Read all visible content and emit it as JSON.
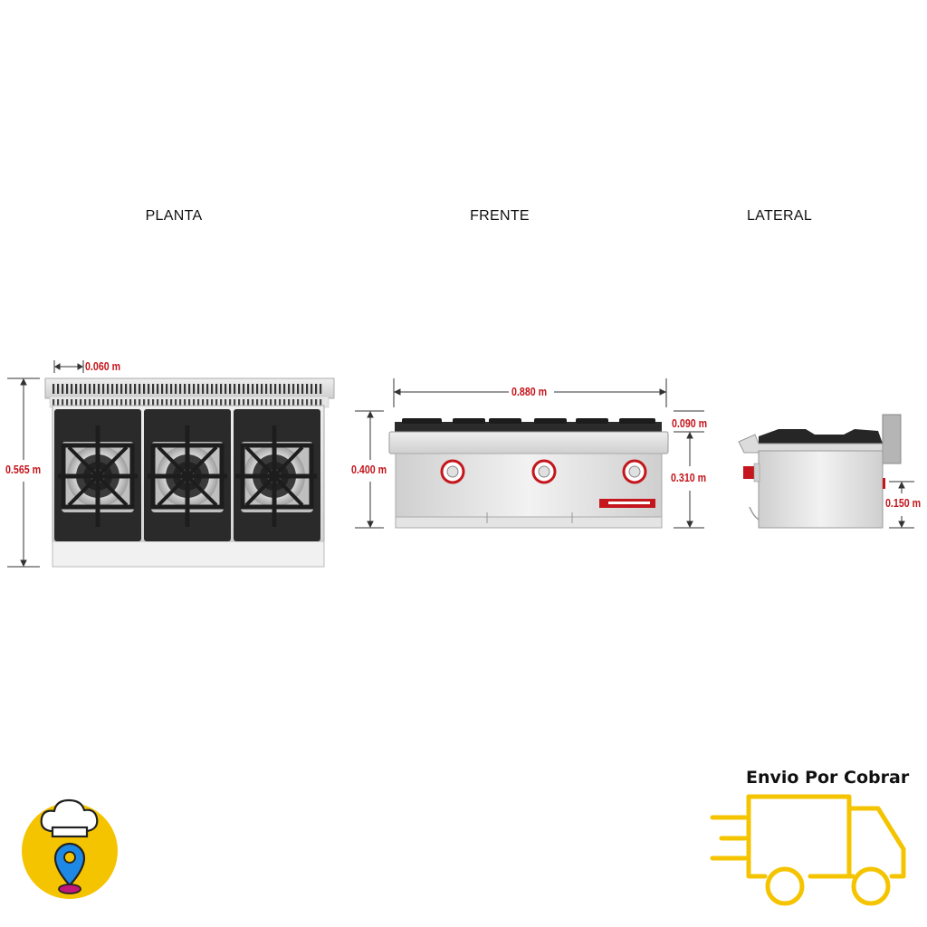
{
  "views": {
    "plan": {
      "label": "PLANTA",
      "dims": {
        "rail": "0.060 m",
        "depth": "0.565 m"
      }
    },
    "front": {
      "label": "FRENTE",
      "dims": {
        "width": "0.880 m",
        "height": "0.400 m",
        "grate": "0.090 m",
        "body": "0.310 m"
      }
    },
    "side": {
      "label": "LATERAL",
      "dims": {
        "legs": "0.150 m"
      }
    }
  },
  "shipping": {
    "label": "Envio Por Cobrar",
    "icon": "delivery-truck-icon",
    "color": "#f5c400"
  },
  "logo": {
    "icon": "chef-hat-location-pin-icon",
    "badge_color": "#f5c400",
    "pin_color": "#1e88e5",
    "pin_base_color": "#c2187a"
  },
  "colors": {
    "dimension": "#c4161c",
    "steel": "#d9d9d9",
    "cast_iron": "#2b2b2b"
  }
}
